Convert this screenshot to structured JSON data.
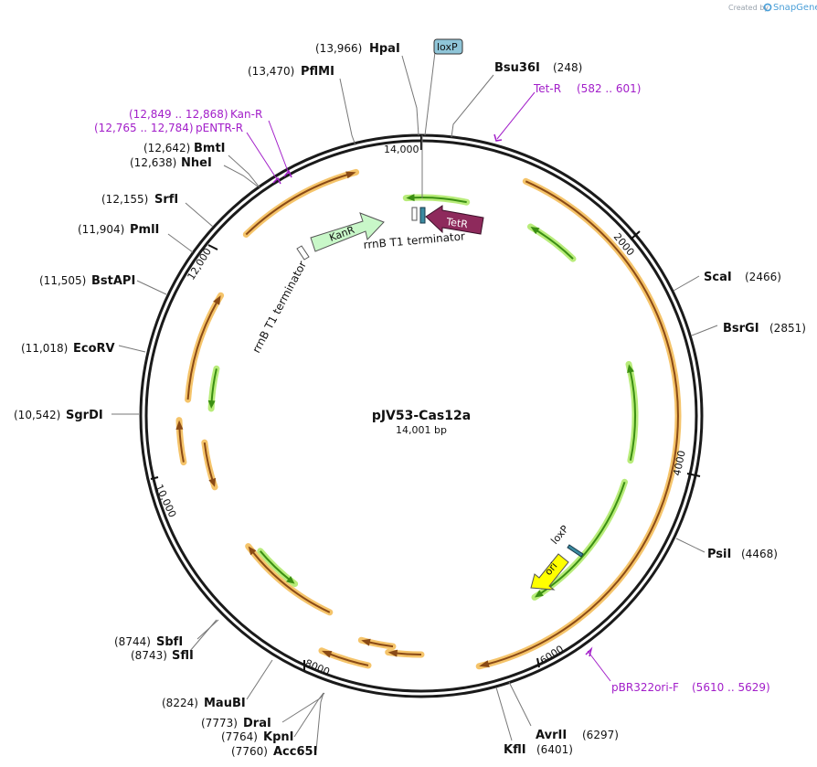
{
  "credit": {
    "prefix": "Created by",
    "brand": "SnapGene"
  },
  "plasmid": {
    "name": "pJV53-Cas12a",
    "length_label": "14,001 bp",
    "length": 14001
  },
  "ruler": [
    {
      "label": "14,000",
      "pos": 14000
    },
    {
      "label": "2000",
      "pos": 2000
    },
    {
      "label": "4000",
      "pos": 4000
    },
    {
      "label": "6000",
      "pos": 6000
    },
    {
      "label": "8000",
      "pos": 8000
    },
    {
      "label": "10,000",
      "pos": 10000
    },
    {
      "label": "12,000",
      "pos": 12000
    }
  ],
  "sites": [
    {
      "name": "HpaI",
      "pos_label": "(13,966)",
      "pos": 13966
    },
    {
      "name": "PflMI",
      "pos_label": "(13,470)",
      "pos": 13470
    },
    {
      "name": "Bsu36I",
      "pos_label": "(248)",
      "pos": 248
    },
    {
      "name": "BmtI",
      "pos_label": "(12,642)",
      "pos": 12642
    },
    {
      "name": "NheI",
      "pos_label": "(12,638)",
      "pos": 12638
    },
    {
      "name": "SrfI",
      "pos_label": "(12,155)",
      "pos": 12155
    },
    {
      "name": "PmlI",
      "pos_label": "(11,904)",
      "pos": 11904
    },
    {
      "name": "BstAPI",
      "pos_label": "(11,505)",
      "pos": 11505
    },
    {
      "name": "EcoRV",
      "pos_label": "(11,018)",
      "pos": 11018
    },
    {
      "name": "SgrDI",
      "pos_label": "(10,542)",
      "pos": 10542
    },
    {
      "name": "ScaI",
      "pos_label": "(2466)",
      "pos": 2466
    },
    {
      "name": "BsrGI",
      "pos_label": "(2851)",
      "pos": 2851
    },
    {
      "name": "PsiI",
      "pos_label": "(4468)",
      "pos": 4468
    },
    {
      "name": "AvrII",
      "pos_label": "(6297)",
      "pos": 6297
    },
    {
      "name": "KflI",
      "pos_label": "(6401)",
      "pos": 6401
    },
    {
      "name": "SbfI",
      "pos_label": "(8744)",
      "pos": 8744
    },
    {
      "name": "SflI",
      "pos_label": "(8743)",
      "pos": 8743
    },
    {
      "name": "MauBI",
      "pos_label": "(8224)",
      "pos": 8224
    },
    {
      "name": "DraI",
      "pos_label": "(7773)",
      "pos": 7773
    },
    {
      "name": "KpnI",
      "pos_label": "(7764)",
      "pos": 7764
    },
    {
      "name": "Acc65I",
      "pos_label": "(7760)",
      "pos": 7760
    }
  ],
  "primers": [
    {
      "name": "Tet-R",
      "range": "(582 .. 601)"
    },
    {
      "name": "Kan-R",
      "range": "(12,849 .. 12,868)"
    },
    {
      "name": "pENTR-R",
      "range": "(12,765 .. 12,784)"
    },
    {
      "name": "pBR322ori-F",
      "range": "(5610 .. 5629)"
    }
  ],
  "features": {
    "kanr": "KanR",
    "tetr": "TetR",
    "ori": "ori",
    "loxp_outer": "loxP",
    "loxp_inner": "loxP",
    "terminator_1": "rrnB T1 terminator",
    "terminator_2": "rrnB T1 terminator"
  },
  "colors": {
    "backbone": "#1a1a1a",
    "orf_arrow": "#8a4a16",
    "orf_glow": "#f5c46a",
    "green_arrow": "#3b8f13",
    "green_glow": "#b8ec7a",
    "kanr_fill": "#c8f7c8",
    "tetr_fill": "#8e2a5c",
    "ori_fill": "#ffff00",
    "loxp_fill": "#8fc5d8",
    "primer": "#a21ec9"
  }
}
